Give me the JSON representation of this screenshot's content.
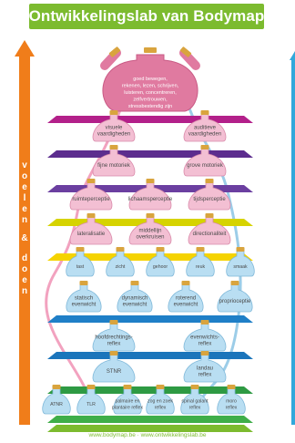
{
  "title": "Ontwikkelingslab van Bodymap",
  "side_label": [
    "v",
    "o",
    "e",
    "l",
    "e",
    "n",
    "&",
    "d",
    "o",
    "e",
    "n"
  ],
  "footer": "www.bodymap.be · www.ontwikkelingslab.be",
  "top_flask": [
    "goed bewegen,",
    "rekenen, lezen, schrijven,",
    "luisteren, concentreren,",
    "zelfvertrouwen,",
    "stressbestendig zijn"
  ],
  "levels": [
    {
      "color": "#b3208a",
      "flasks": []
    },
    {
      "color": "#5c2d8e",
      "flasks": [
        [
          "visuele",
          "vaardigheden"
        ],
        [
          "auditieve",
          "vaardigheden"
        ]
      ]
    },
    {
      "color": "#6b3fa0",
      "flasks": [
        [
          "fijne motoriek"
        ],
        [
          "grove motoriek"
        ]
      ]
    },
    {
      "color": "#d6d300",
      "flasks": [
        [
          "ruimteperceptie"
        ],
        [
          "lichaamsperceptie"
        ],
        [
          "tijdsperceptie"
        ]
      ]
    },
    {
      "color": "#f5d300",
      "flasks": [
        [
          "lateralisatie"
        ],
        [
          "middellijn",
          "overkruisen"
        ],
        [
          "directionaliteit"
        ]
      ]
    },
    {
      "color": "#1f7fc7",
      "flasks": [
        [
          "tast"
        ],
        [
          "zicht"
        ],
        [
          "gehoor"
        ],
        [
          "reuk"
        ],
        [
          "smaak"
        ]
      ]
    },
    {
      "color": "#1b75bb",
      "flasks": [
        [
          "statisch",
          "evenwicht"
        ],
        [
          "dynamisch",
          "evenwicht"
        ],
        [
          "roterend",
          "evenwicht"
        ],
        [
          "proprioceptie"
        ]
      ]
    },
    {
      "color": "#2e9a43",
      "flasks": [
        [
          "hoofdrechtings-",
          "reflex"
        ],
        [
          "evenwichts-",
          "reflex"
        ]
      ]
    },
    {
      "color": "#3fae49",
      "flasks": [
        [
          "STNR"
        ],
        [
          "landau",
          "reflex"
        ]
      ]
    },
    {
      "color": "#7cbb2f",
      "flasks": [
        [
          "ATNR"
        ],
        [
          "TLR"
        ],
        [
          "palmaire en",
          "plantaire reflex"
        ],
        [
          "zog en zoek",
          "reflex"
        ],
        [
          "spinal galant",
          "reflex"
        ],
        [
          "moro",
          "reflex"
        ]
      ]
    }
  ],
  "colors": {
    "green": "#7cbb2f",
    "orange": "#f07d1a",
    "blue_arrow": "#31a8db",
    "flask_pink": "#e07aa0",
    "flask_blue": "#b9def2",
    "cork": "#d9a43e"
  }
}
